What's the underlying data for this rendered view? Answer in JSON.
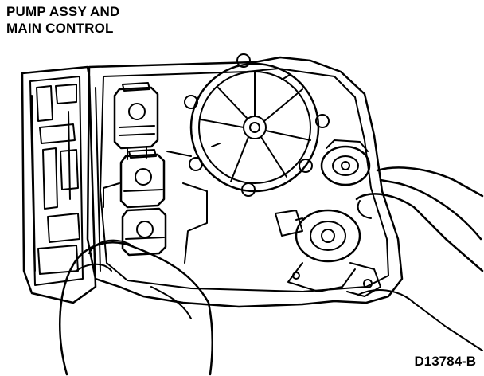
{
  "title_line1": "PUMP ASSY AND",
  "title_line2": "MAIN CONTROL",
  "figure_code": "D13784-B"
}
